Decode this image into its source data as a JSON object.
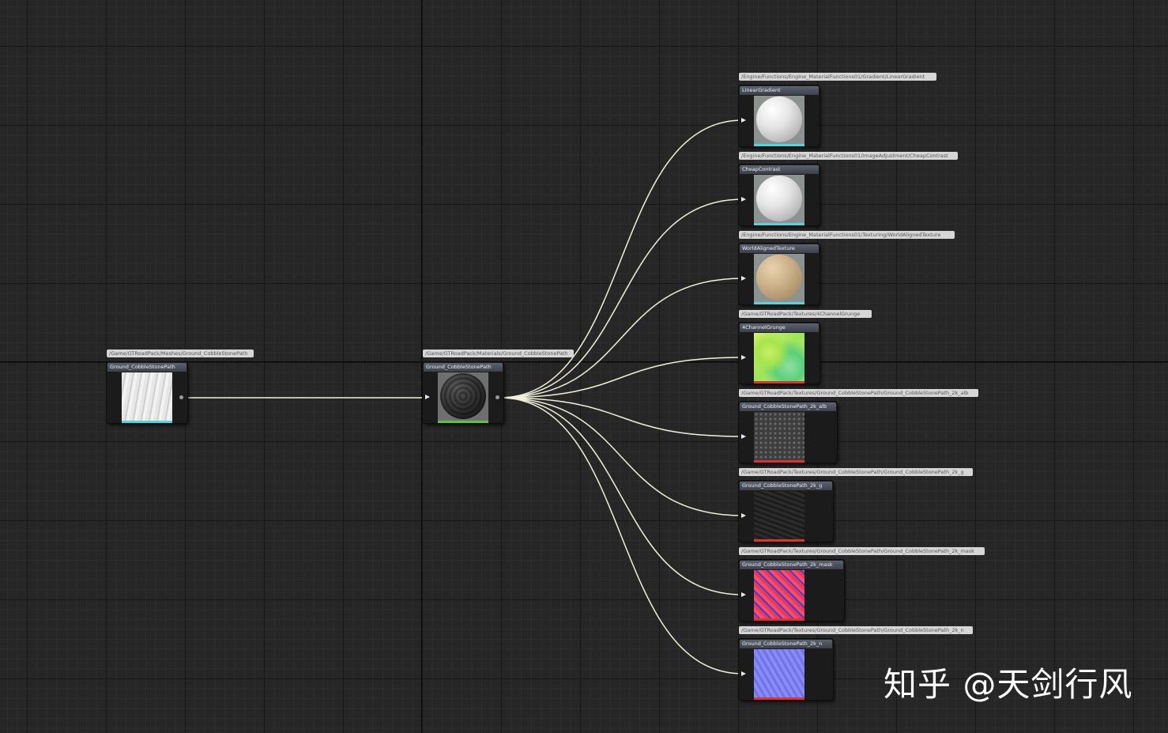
{
  "graph": {
    "source_mesh": {
      "path": "/Game/GTRoadPack/Meshes/Ground_CobbleStonePath",
      "title": "Ground_CobbleStonePath",
      "accent": "#4fd7e0"
    },
    "material": {
      "path": "/Game/GTRoadPack/Materials/Ground_CobbleStonePath",
      "title": "Ground_CobbleStonePath",
      "accent": "#5ec43d"
    },
    "dependencies": [
      {
        "path": "/Engine/Functions/Engine_MaterialFunctions01/Gradient/LinearGradient",
        "title": "LinearGradient",
        "accent": "#4fd7e0",
        "thumb": "sphere-white"
      },
      {
        "path": "/Engine/Functions/Engine_MaterialFunctions01/ImageAdjustment/CheapContrast",
        "title": "CheapContrast",
        "accent": "#4fd7e0",
        "thumb": "sphere-white"
      },
      {
        "path": "/Engine/Functions/Engine_MaterialFunctions01/Texturing/WorldAlignedTexture",
        "title": "WorldAlignedTexture",
        "accent": "#4fd7e0",
        "thumb": "sphere-tan"
      },
      {
        "path": "/Game/GTRoadPack/Textures/4ChannelGrunge",
        "title": "4ChannelGrunge",
        "accent": "#e03030",
        "thumb": "grunge"
      },
      {
        "path": "/Game/GTRoadPack/Textures/Ground_CobbleStonePath/Ground_CobbleStonePath_2k_alb",
        "title": "Ground_CobbleStonePath_2k_alb",
        "accent": "#e03030",
        "thumb": "albedo"
      },
      {
        "path": "/Game/GTRoadPack/Textures/Ground_CobbleStonePath/Ground_CobbleStonePath_2k_g",
        "title": "Ground_CobbleStonePath_2k_g",
        "accent": "#e03030",
        "thumb": "gloss"
      },
      {
        "path": "/Game/GTRoadPack/Textures/Ground_CobbleStonePath/Ground_CobbleStonePath_2k_mask",
        "title": "Ground_CobbleStonePath_2k_mask",
        "accent": "#e03030",
        "thumb": "mask"
      },
      {
        "path": "/Game/GTRoadPack/Textures/Ground_CobbleStonePath/Ground_CobbleStonePath_2k_n",
        "title": "Ground_CobbleStonePath_2k_n",
        "accent": "#e03030",
        "thumb": "normal"
      }
    ]
  },
  "watermark": "知乎 @天剑行风",
  "colors": {
    "background": "#262626",
    "wire": "#f0f0dc",
    "node_body": "#1b1b1b",
    "header": "#4a505c"
  }
}
